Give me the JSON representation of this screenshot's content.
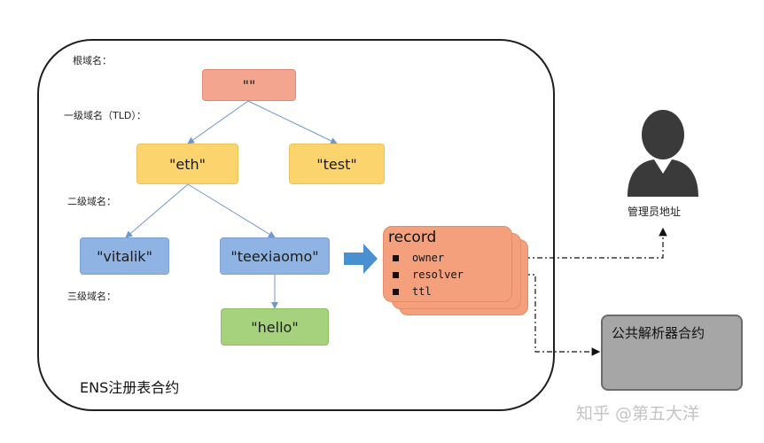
{
  "labels": {
    "root": "根域名：",
    "tld": "一级域名（TLD）：",
    "second": "二级域名：",
    "third": "三级域名："
  },
  "nodes": {
    "root": "\"\"",
    "eth": "\"eth\"",
    "test": "\"test\"",
    "vitalik": "\"vitalik\"",
    "teexiaomo": "\"teexiaomo\"",
    "hello": "\"hello\""
  },
  "record": {
    "title": "record",
    "fields": [
      "owner",
      "resolver",
      "ttl"
    ]
  },
  "ens_contract_label": "ENS注册表合约",
  "resolver_contract_label": "公共解析器合约",
  "admin_label": "管理员地址",
  "watermark": "知乎 @第五大洋",
  "colors": {
    "root": "#f4a58f",
    "tld": "#fcd46e",
    "sld": "#8fb4e3",
    "third": "#a6d27d",
    "record": "#f4a07c",
    "arrow": "#4a8fd0",
    "connector": "#6f97cf",
    "resolver": "#a6a6a6",
    "admin_icon": "#3a3a3a"
  }
}
